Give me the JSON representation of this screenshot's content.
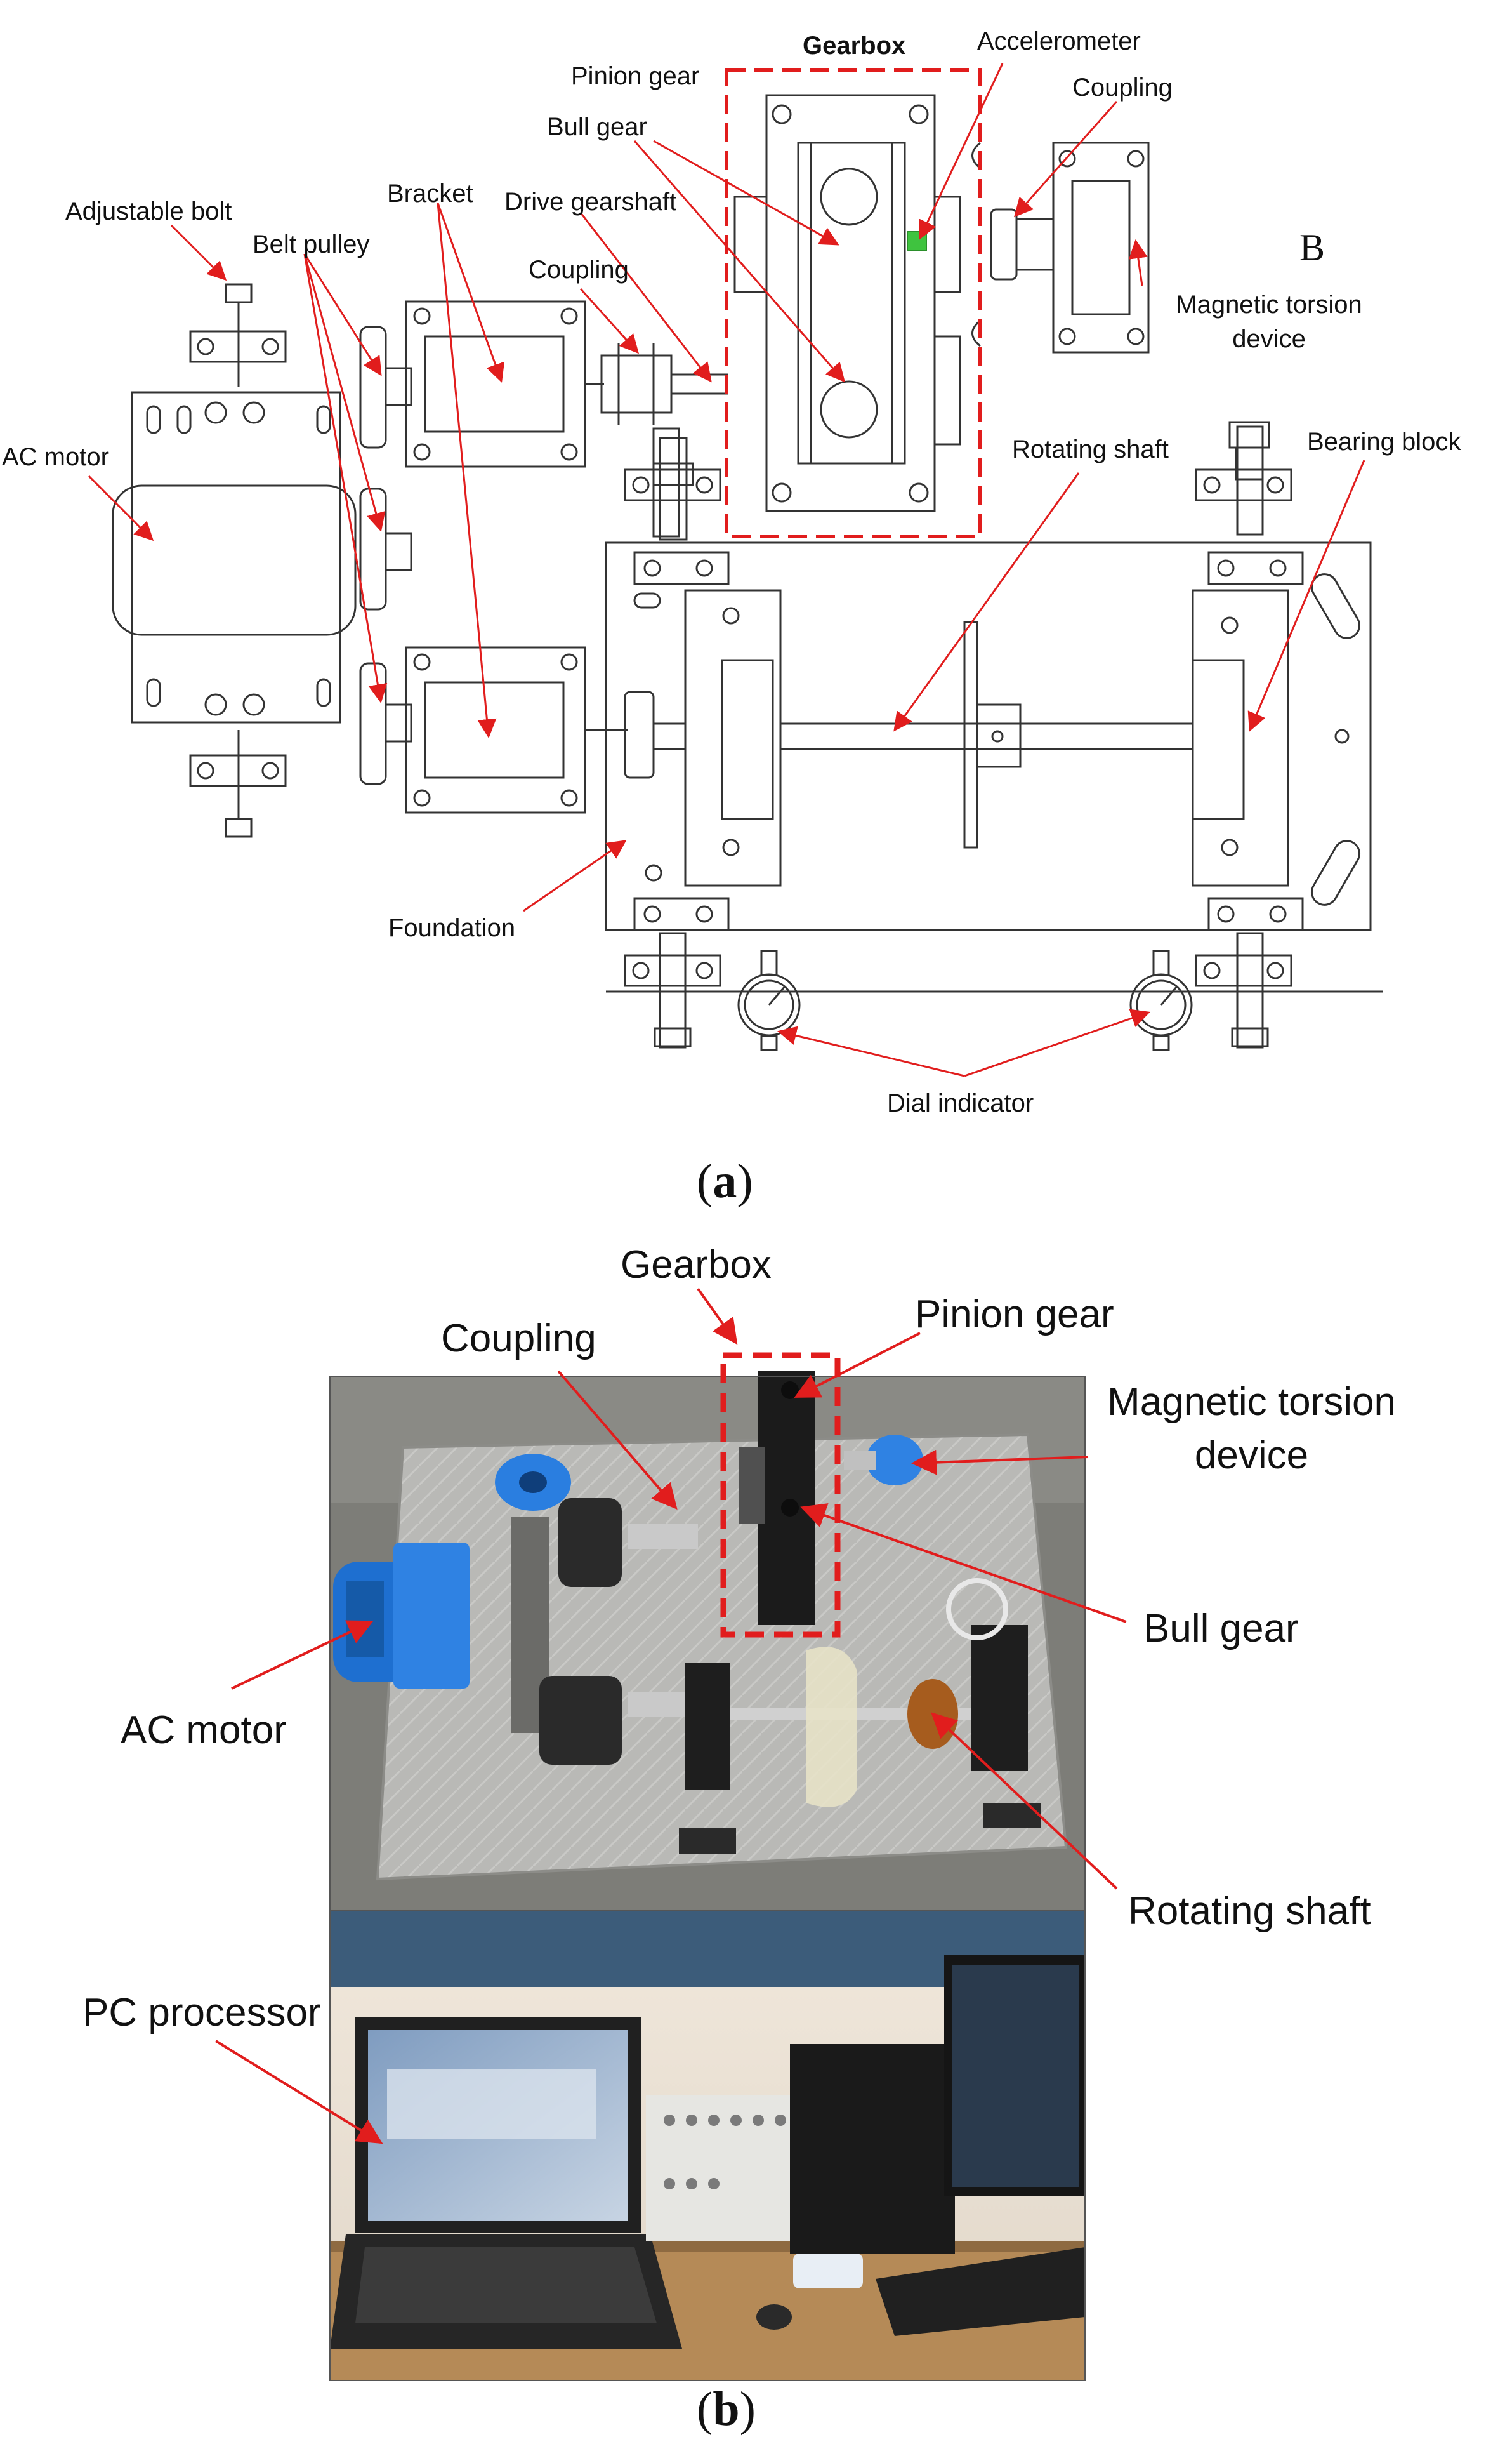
{
  "panel_a": {
    "labels": {
      "gearbox": "Gearbox",
      "accelerometer": "Accelerometer",
      "pinion_gear": "Pinion gear",
      "coupling_top": "Coupling",
      "bull_gear": "Bull gear",
      "adjustable_bolt": "Adjustable bolt",
      "bracket": "Bracket",
      "drive_gearshaft": "Drive gearshaft",
      "belt_pulley": "Belt pulley",
      "coupling_mid": "Coupling",
      "magnetic_torsion_1": "Magnetic torsion",
      "magnetic_torsion_2": "device",
      "section_b": "B",
      "ac_motor": "AC motor",
      "rotating_shaft": "Rotating shaft",
      "bearing_block": "Bearing block",
      "foundation": "Foundation",
      "dial_indicator": "Dial indicator"
    },
    "caption": "a"
  },
  "panel_b": {
    "labels": {
      "gearbox": "Gearbox",
      "pinion_gear": "Pinion gear",
      "coupling": "Coupling",
      "magnetic_torsion_1": "Magnetic torsion",
      "magnetic_torsion_2": "device",
      "bull_gear": "Bull gear",
      "ac_motor": "AC motor",
      "rotating_shaft": "Rotating shaft",
      "pc_processor": "PC processor"
    },
    "caption": "b"
  },
  "colors": {
    "annotation": "#e11d1d",
    "accelerometer": "#3fc33f",
    "motor_blue": "#1e6fd0",
    "line": "#333333"
  }
}
